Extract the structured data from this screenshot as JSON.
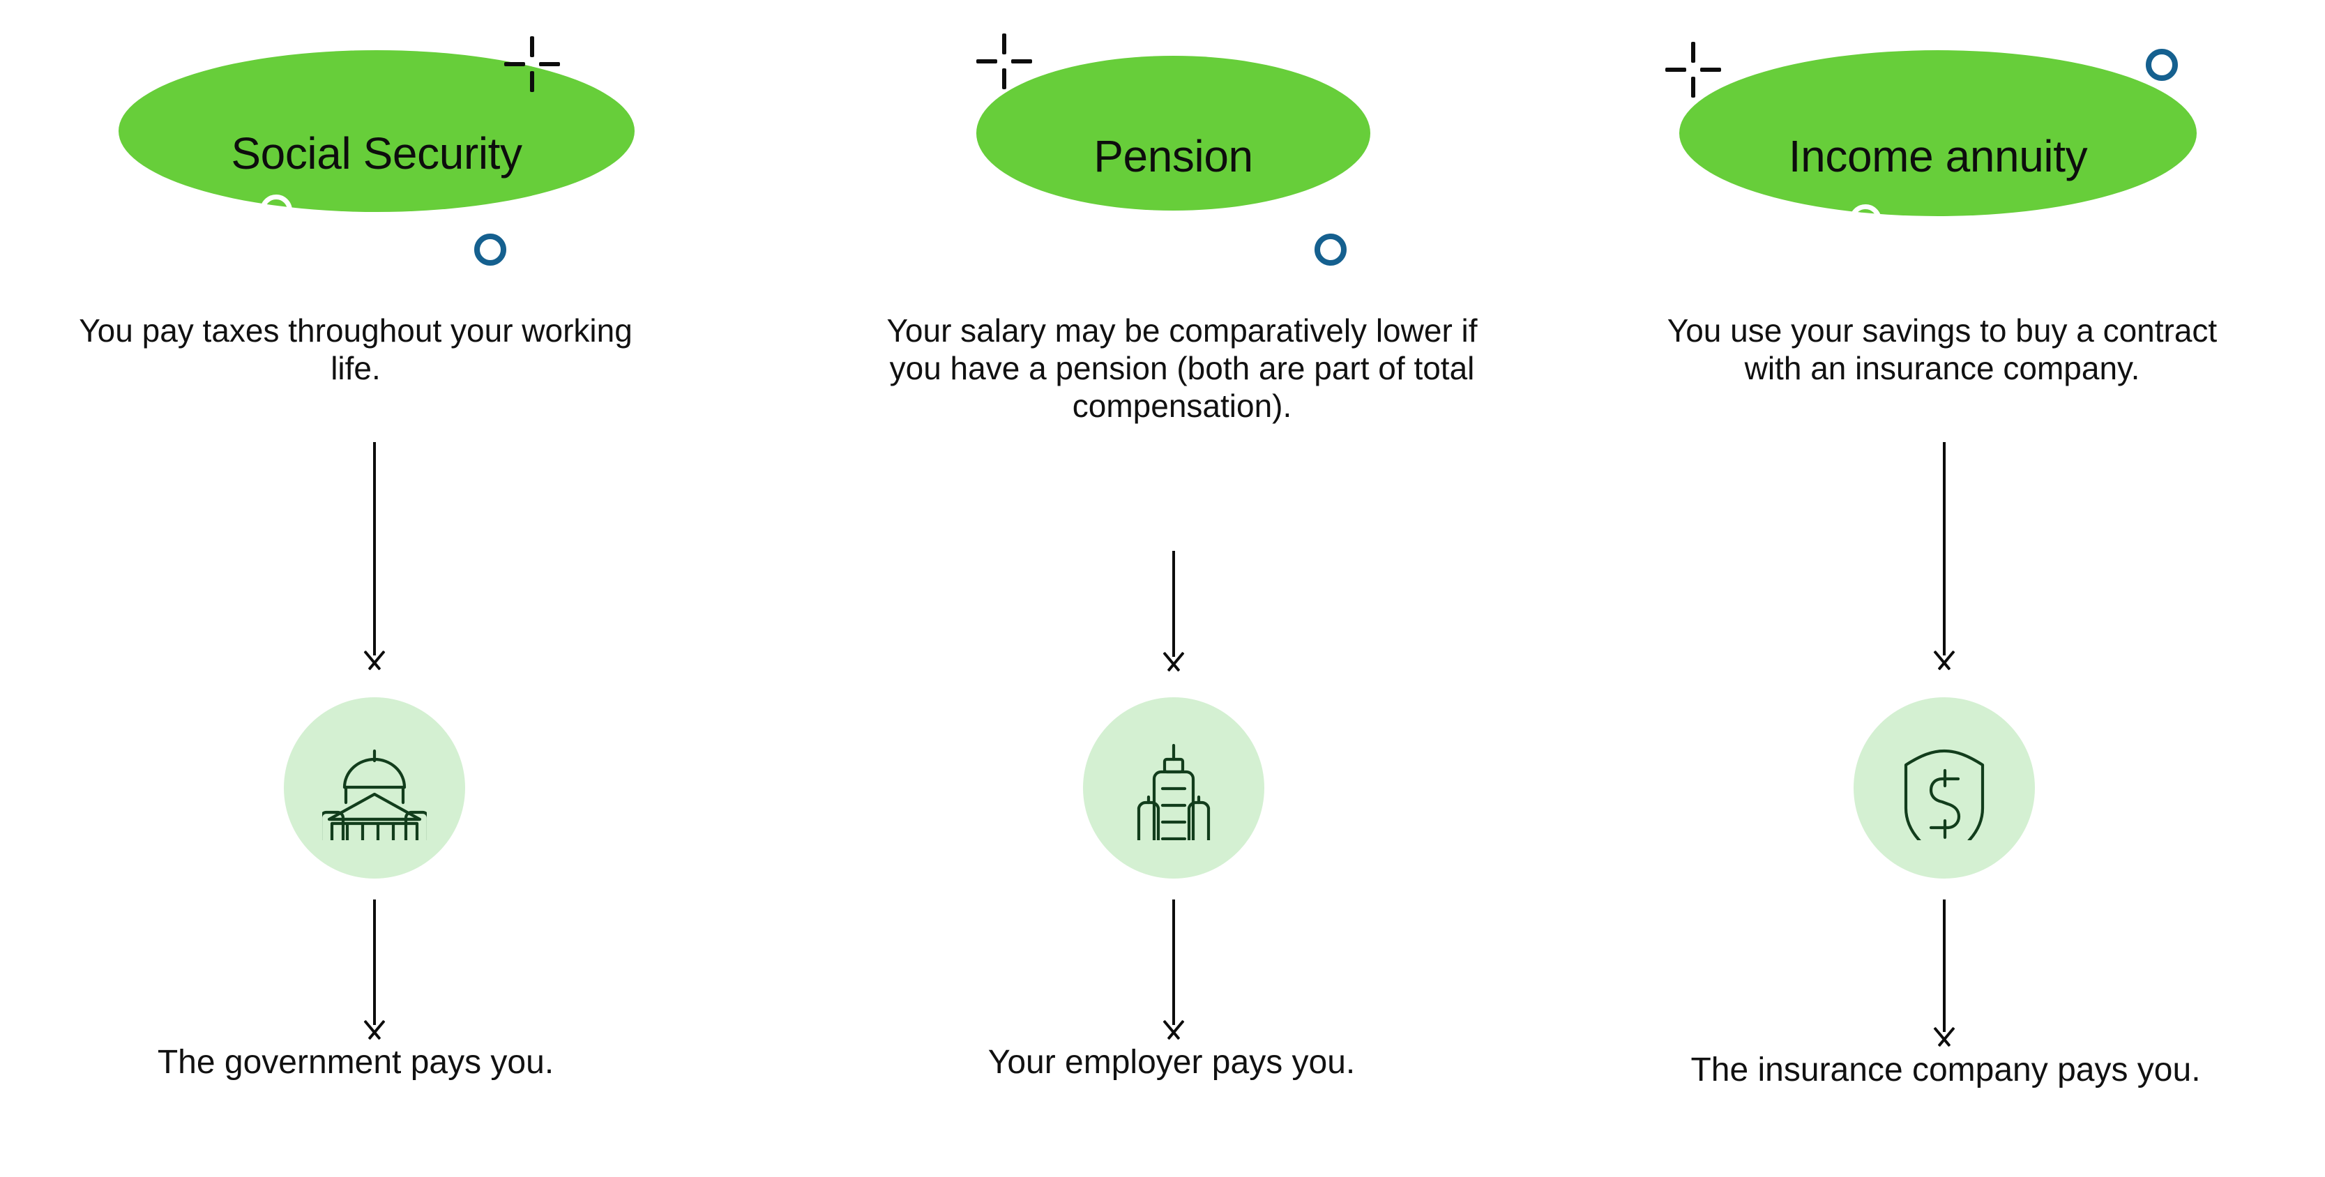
{
  "diagram": {
    "title_visible": false,
    "colors": {
      "pill_green": "#67CE3A",
      "medallion_bg": "#D4F0D2",
      "icon_stroke": "#123D1C",
      "ring_blue": "#15608F",
      "ring_white": "#FFFFFF",
      "text": "#111111",
      "background": "#FFFFFF"
    },
    "columns": [
      {
        "id": "social-security",
        "pill_label": "Social Security",
        "description": "You pay taxes throughout your working life.",
        "icon_name": "capitol-building-icon",
        "outcome": "The government pays you.",
        "marks": {
          "crosshair": true,
          "ring_white": true,
          "ring_blue": true
        }
      },
      {
        "id": "pension",
        "pill_label": "Pension",
        "description": "Your salary may be comparatively lower if you have a pension (both are part of total compensation).",
        "icon_name": "office-buildings-icon",
        "outcome": "Your employer pays you.",
        "marks": {
          "crosshair": true,
          "ring_white": false,
          "ring_blue": true
        }
      },
      {
        "id": "income-annuity",
        "pill_label": "Income annuity",
        "description": "You use your savings to buy a contract with an insurance company.",
        "icon_name": "shield-dollar-icon",
        "outcome": "The insurance company pays you.",
        "marks": {
          "crosshair": true,
          "ring_white": true,
          "ring_blue": true
        }
      }
    ]
  }
}
